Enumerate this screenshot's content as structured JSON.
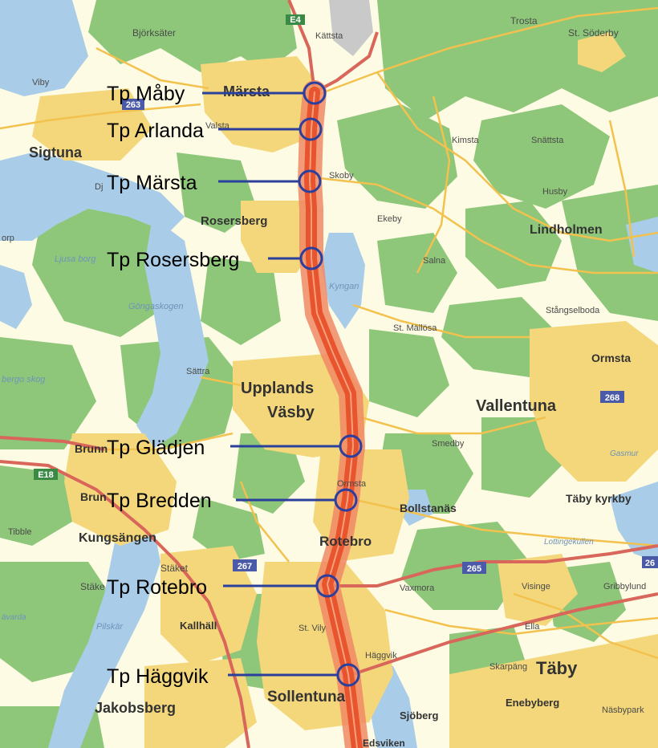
{
  "colors": {
    "water": "#a9cde8",
    "forest": "#8ec77a",
    "open_land": "#fdfbe3",
    "urban": "#f4d77a",
    "road_major": "#d9665a",
    "road_minor": "#f2c14e",
    "route": "#e8542e",
    "callout": "#2b3f9c"
  },
  "route_name": "E4",
  "road_shields": [
    {
      "id": "shield-263",
      "text": "263"
    },
    {
      "id": "shield-268",
      "text": "268"
    },
    {
      "id": "shield-e18",
      "text": "E18"
    },
    {
      "id": "shield-267",
      "text": "267"
    },
    {
      "id": "shield-265",
      "text": "265"
    },
    {
      "id": "shield-26x",
      "text": "26"
    }
  ],
  "callouts": [
    {
      "id": "tp-maby",
      "label": "Tp Måby"
    },
    {
      "id": "tp-arlanda",
      "label": "Tp Arlanda"
    },
    {
      "id": "tp-marsta",
      "label": "Tp Märsta"
    },
    {
      "id": "tp-rosersberg",
      "label": "Tp Rosersberg"
    },
    {
      "id": "tp-gladjen",
      "label": "Tp Glädjen"
    },
    {
      "id": "tp-bredden",
      "label": "Tp Bredden"
    },
    {
      "id": "tp-rotebro",
      "label": "Tp Rotebro"
    },
    {
      "id": "tp-haggvik",
      "label": "Tp Häggvik"
    }
  ],
  "places": {
    "bjorksater": "Björksäter",
    "katsta": "Kättsta",
    "trosta": "Trosta",
    "st_soderby": "St. Söderby",
    "viby": "Viby",
    "marsta": "Märsta",
    "sigtuna": "Sigtuna",
    "valsta": "Valsta",
    "kimsta": "Kimsta",
    "snattsta": "Snättsta",
    "skoby": "Skoby",
    "husby": "Husby",
    "lindholmen": "Lindholmen",
    "rosersberg": "Rosersberg",
    "ekeby": "Ekeby",
    "salna": "Salna",
    "dj": "Dj",
    "orp": "orp",
    "ljusa_borg": "Ljusa borg",
    "gongaskogen": "Göngaskogen",
    "kyrngan": "Kyngan",
    "st_mallosa": "St. Mällösa",
    "stangselboda": "Stångselboda",
    "ormsta_east": "Ormsta",
    "bergo_skog": "bergo skog",
    "sattra": "Sättra",
    "upplands": "Upplands",
    "vasby": "Väsby",
    "vallentuna": "Vallentuna",
    "brunn1": "Brunn",
    "smedby": "Smedby",
    "gasmur": "Gasmur",
    "brunn2": "Brun",
    "ormsta": "Ormsta",
    "bollstanas": "Bollstanäs",
    "taby_kyrkby": "Täby kyrkby",
    "tibble": "Tibble",
    "kungsangen": "Kungsängen",
    "rotebro": "Rotebro",
    "lottingekullen": "Lottingekullen",
    "staket": "Stäket",
    "staket2": "Stäke",
    "vaxmora": "Vaxmora",
    "visinge": "Visinge",
    "gribbylund": "Gribbylund",
    "bo": "ävarda",
    "kallhall": "Kallhäll",
    "st_vily": "St. Vily",
    "ella": "Ella",
    "pilskar": "Pilskär",
    "haggvik": "Häggvik",
    "skarpang": "Skarpäng",
    "taby": "Täby",
    "sollentuna": "Sollentuna",
    "sjoberg": "Sjöberg",
    "enebyberg": "Enebyberg",
    "jakobsberg": "Jakobsberg",
    "nasbypark": "Näsbypark",
    "edsviken": "Edsviken"
  }
}
